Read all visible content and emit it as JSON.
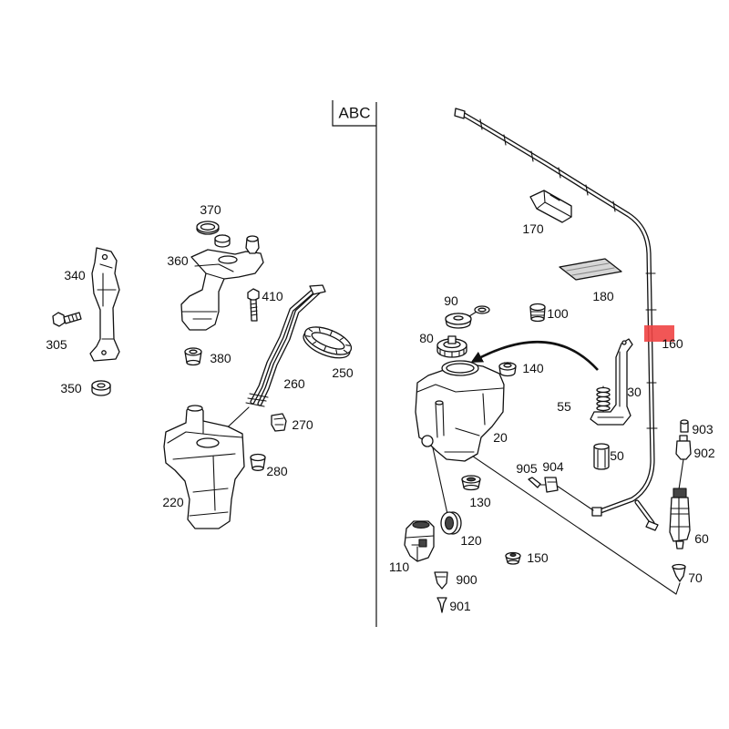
{
  "diagram": {
    "group_label": "ABC",
    "callouts": [
      "370",
      "360",
      "410",
      "340",
      "305",
      "380",
      "350",
      "260",
      "250",
      "270",
      "280",
      "220",
      "170",
      "180",
      "90",
      "100",
      "80",
      "160",
      "140",
      "30",
      "55",
      "903",
      "902",
      "20",
      "50",
      "905",
      "904",
      "130",
      "120",
      "60",
      "150",
      "110",
      "900",
      "70",
      "901"
    ],
    "highlight_color": "#ef4444"
  }
}
